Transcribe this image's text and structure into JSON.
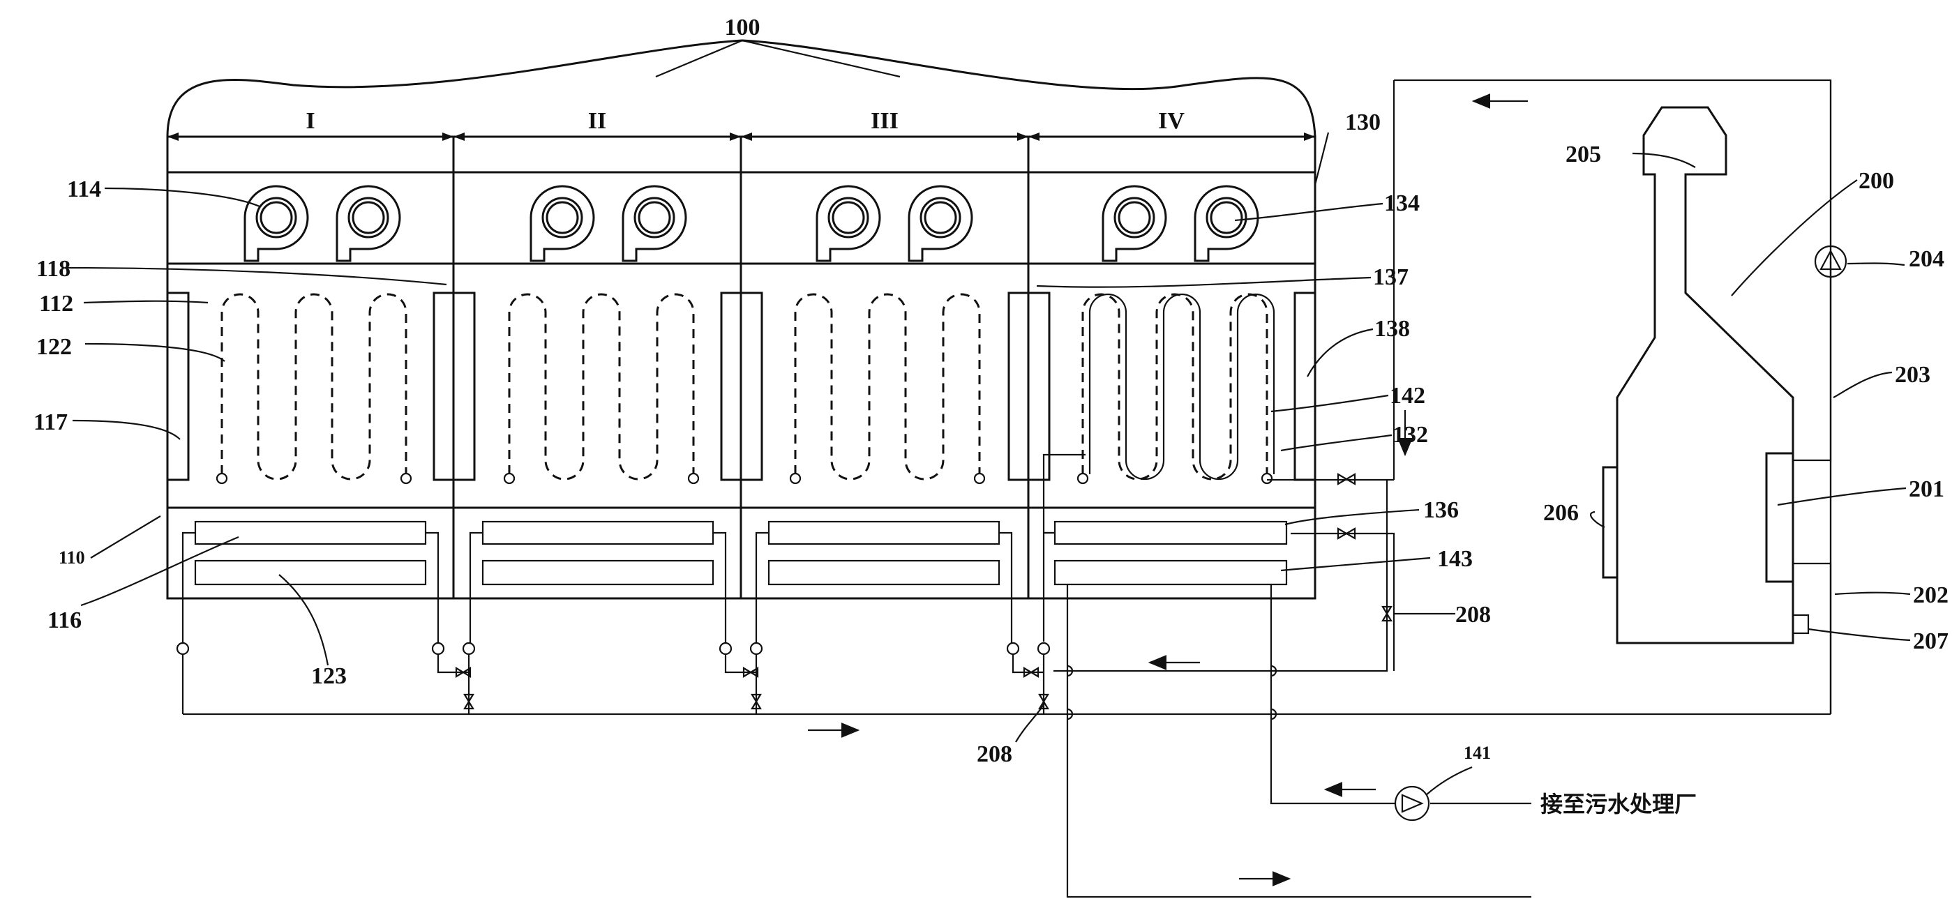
{
  "zones": [
    "I",
    "II",
    "III",
    "IV"
  ],
  "labels": {
    "l100": "100",
    "l130": "130",
    "l114": "114",
    "l134": "134",
    "l118": "118",
    "l137": "137",
    "l112": "112",
    "l122": "122",
    "l117": "117",
    "l138": "138",
    "l142": "142",
    "l132": "132",
    "l110": "110",
    "l116": "116",
    "l136": "136",
    "l143": "143",
    "l123": "123",
    "l208a": "208",
    "l208b": "208",
    "l205": "205",
    "l200": "200",
    "l204": "204",
    "l203": "203",
    "l206": "206",
    "l201": "201",
    "l202": "202",
    "l207": "207",
    "l141": "141"
  },
  "sewage_label": "接至污水处理厂",
  "colors": {
    "line": "#111111",
    "background": "#ffffff"
  }
}
